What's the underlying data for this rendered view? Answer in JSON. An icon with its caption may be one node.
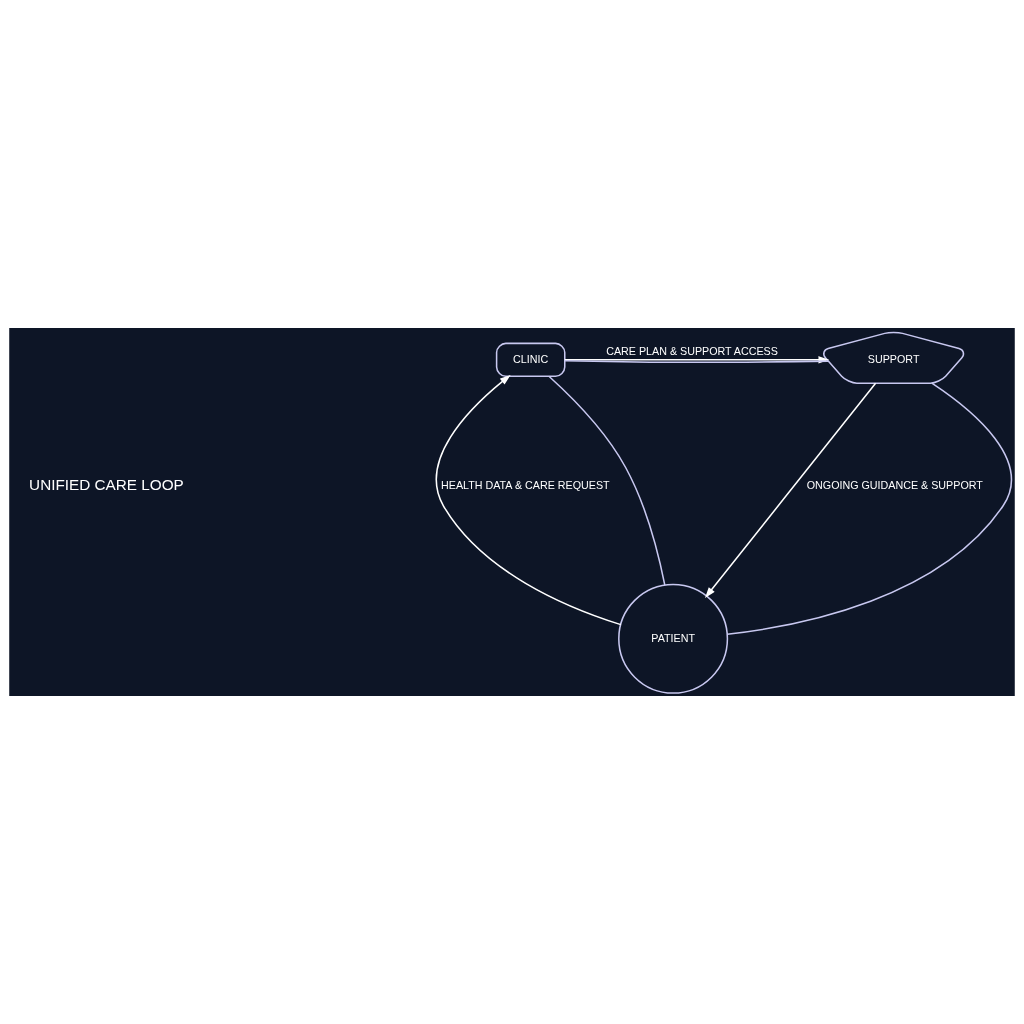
{
  "diagram": {
    "nodes": [
      {
        "text": [
          "CLINIC"
        ]
      },
      {
        "text": [
          "SUPPORT"
        ]
      },
      {
        "text": [
          "PATIENT"
        ]
      }
    ],
    "edges": [
      {
        "from": 0,
        "to": 1,
        "arrow": "to",
        "label": "CARE PLAN & SUPPORT ACCESS",
        "color": "#ffffff"
      },
      {
        "from": 1,
        "to": 2,
        "arrow": "to",
        "label": "ONGOING GUIDANCE & SUPPORT",
        "color": "#ffffff"
      },
      {
        "from": 2,
        "to": 0,
        "arrow": "to",
        "label": "HEALTH DATA & CARE REQUEST",
        "color": "#ffffff"
      },
      {
        "from": 0,
        "to": 1,
        "arrow": "none",
        "color": "#c8c8f0"
      },
      {
        "from": 1,
        "to": 2,
        "arrow": "none",
        "color": "#c8c8f0"
      },
      {
        "from": 2,
        "to": 0,
        "arrow": "none",
        "color": "#c8c8f0"
      }
    ],
    "labels": [
      "UNIFIED CARE LOOP"
    ]
  }
}
